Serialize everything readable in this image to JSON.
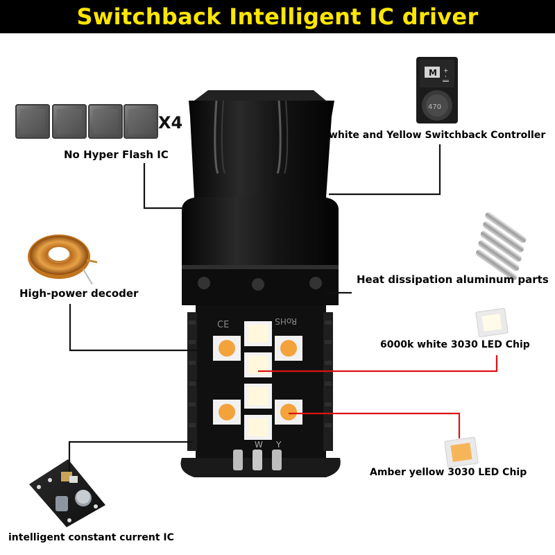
{
  "header": {
    "title": "Switchback Intelligent IC driver"
  },
  "callouts": {
    "flash_ic": {
      "label": "No Hyper Flash IC",
      "count": "X4"
    },
    "controller": {
      "label": "white and Yellow Switchback Controller",
      "marking_top": "M",
      "marking_side": "+ - ‖",
      "marking_coil": "470"
    },
    "decoder": {
      "label": "High-power decoder"
    },
    "heatsink": {
      "label": "Heat dissipation aluminum parts"
    },
    "white_chip": {
      "label": "6000k white 3030 LED Chip"
    },
    "amber_chip": {
      "label": "Amber yellow 3030 LED Chip"
    },
    "driver_ic": {
      "label": "intelligent constant current IC"
    }
  },
  "bulb": {
    "mark_rohs": "RoHS",
    "mark_ce": "CE",
    "pin_w": "W",
    "pin_y": "Y"
  },
  "colors": {
    "banner_bg": "#000000",
    "banner_text": "#ffe600",
    "leader_black": "#111111",
    "leader_red": "#dd1111",
    "white_led": "#fff8dc",
    "amber_led": "#f4a33c"
  }
}
